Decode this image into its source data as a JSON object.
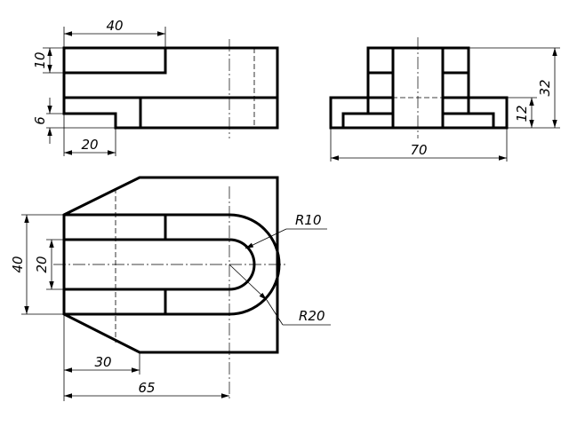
{
  "front_view": {
    "dim_width_top": "40",
    "dim_height_upper": "10",
    "dim_height_lower": "6",
    "dim_width_bottom": "20"
  },
  "side_view": {
    "dim_total_width": "70",
    "dim_total_height": "32",
    "dim_base_height": "12"
  },
  "top_view": {
    "dim_inner_radius": "R10",
    "dim_outer_radius": "R20",
    "dim_outer_width": "40",
    "dim_slot_width": "20",
    "dim_chamfer_length": "30",
    "dim_center_distance": "65"
  }
}
